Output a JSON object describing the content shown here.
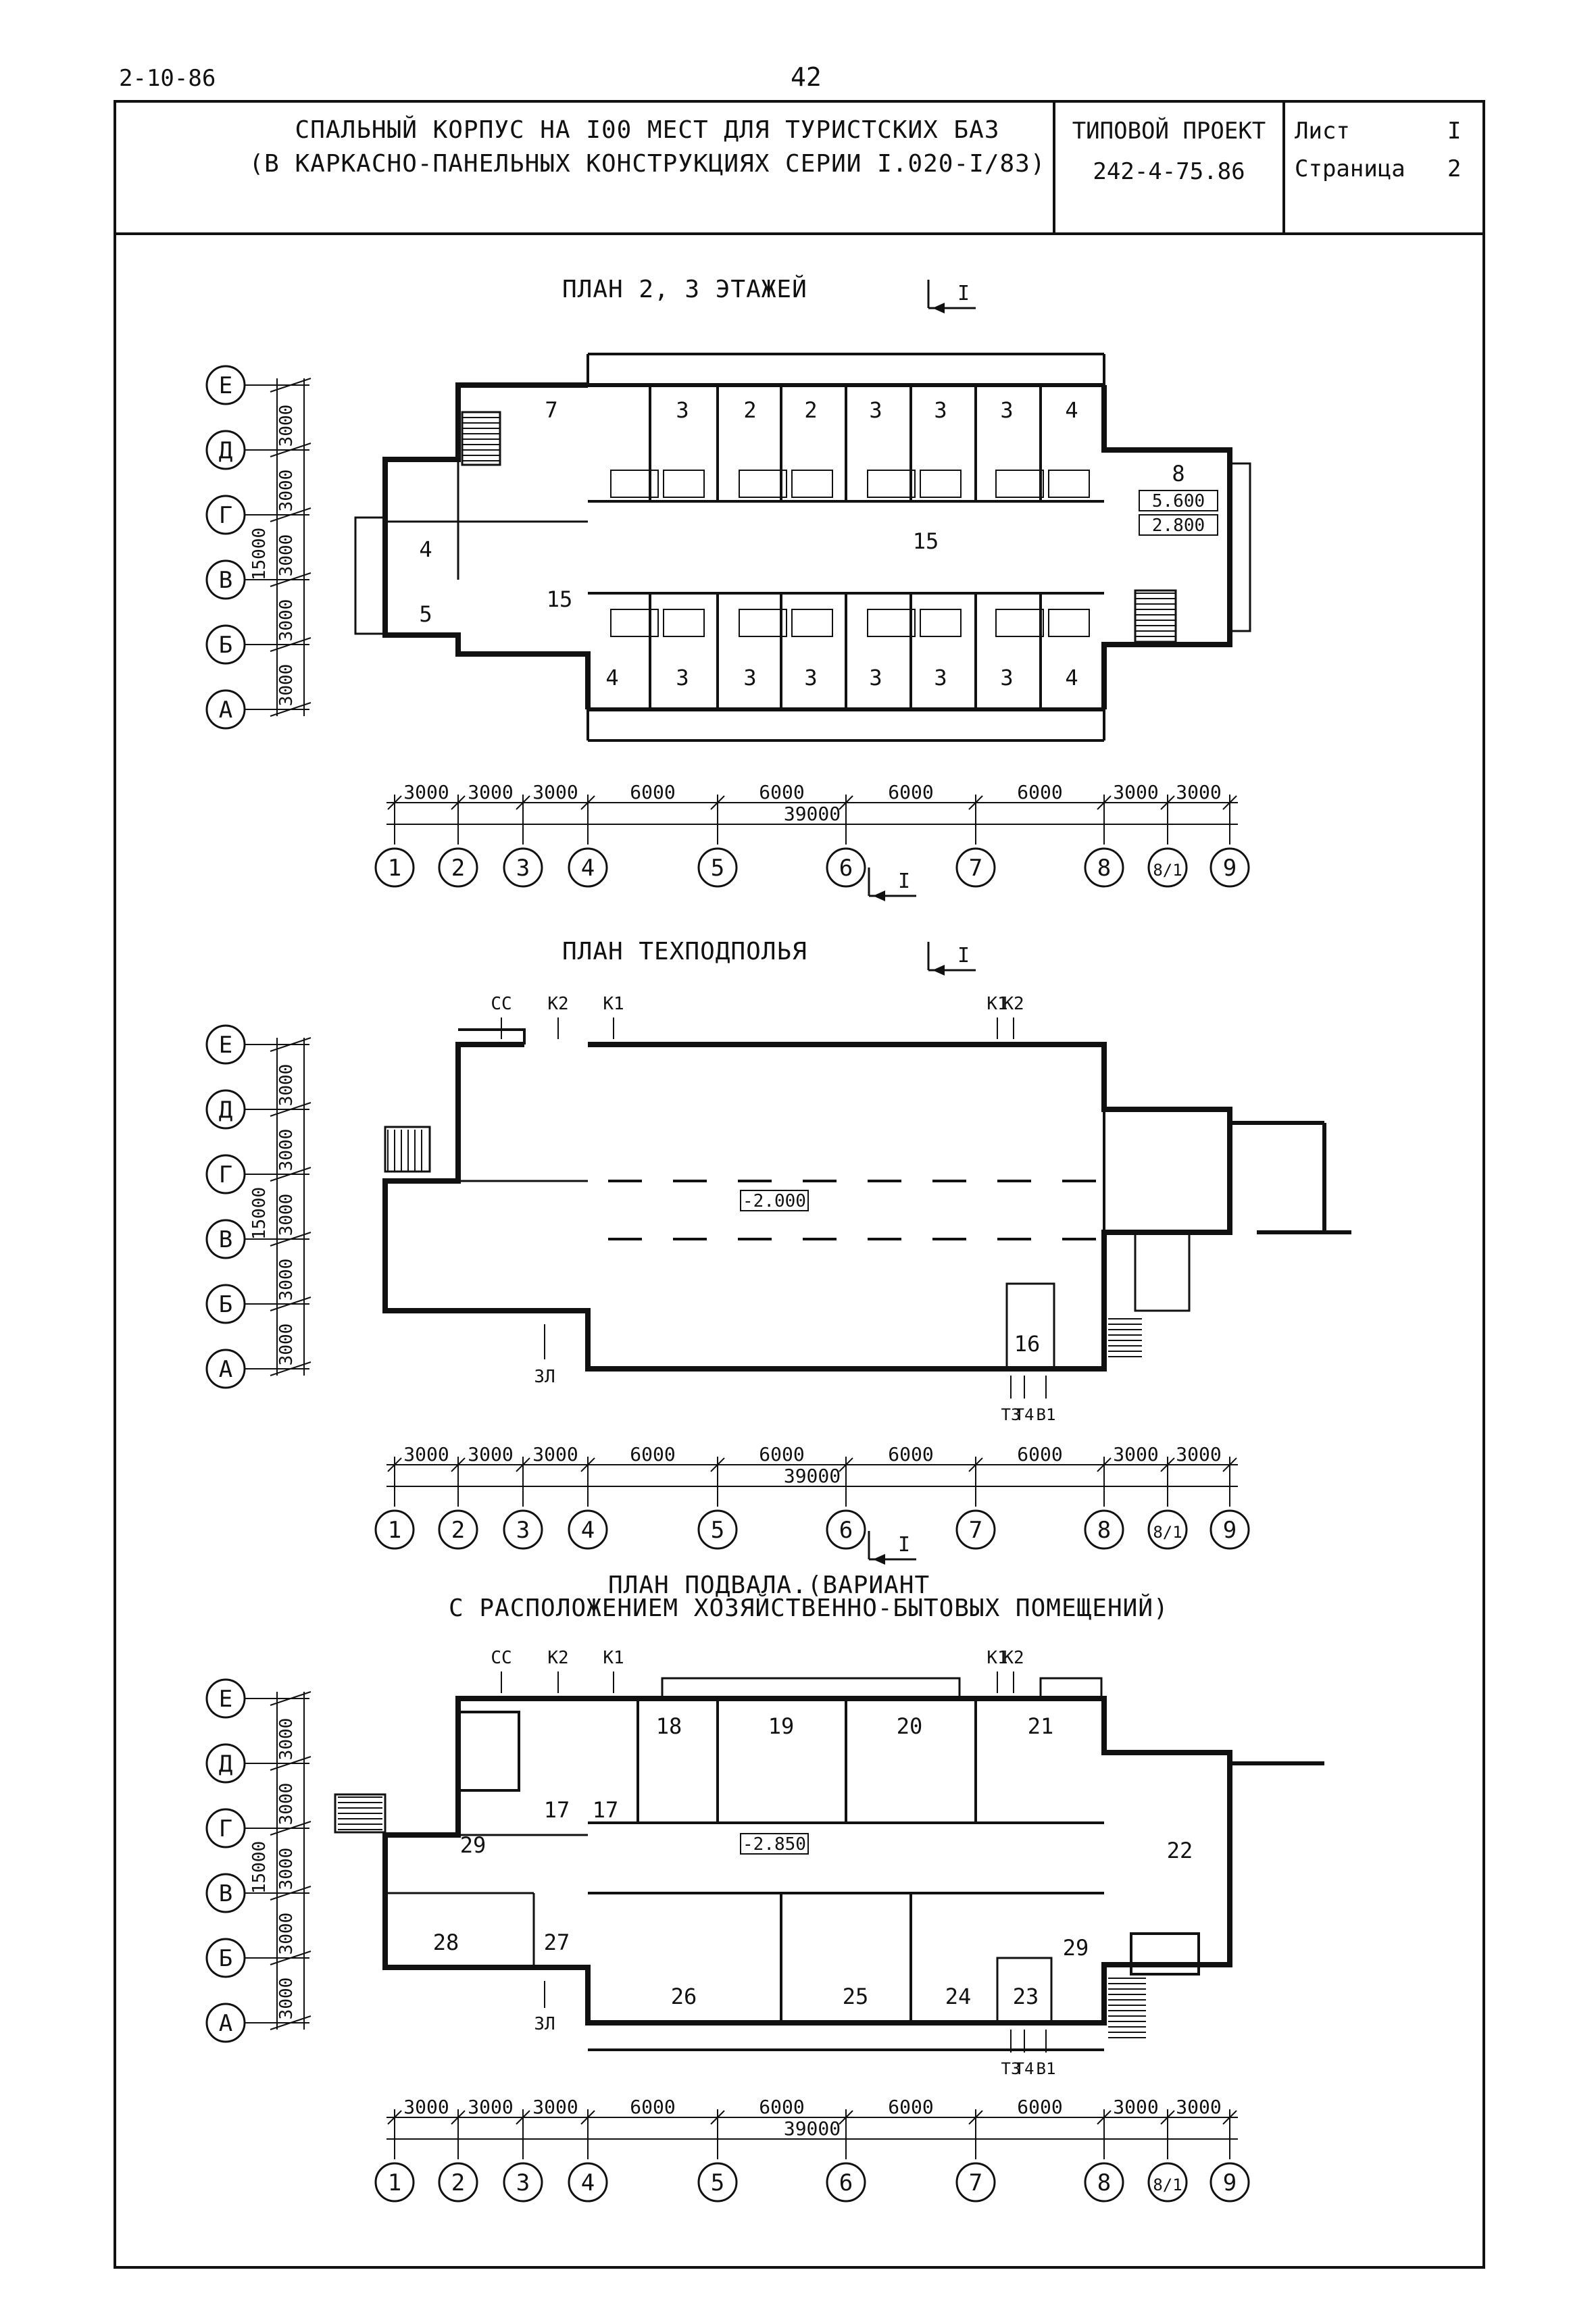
{
  "doc_code": "2-10-86",
  "page_number": "42",
  "title_line1": "СПАЛЬНЫЙ КОРПУС НА I00 МЕСТ ДЛЯ ТУРИСТСКИХ БАЗ",
  "title_line2": "(В КАРКАСНО-ПАНЕЛЬНЫХ КОНСТРУКЦИЯХ СЕРИИ I.020-I/83)",
  "project_label": "ТИПОВОЙ ПРОЕКТ",
  "project_code": "242-4-75.86",
  "sheet_label": "Лист",
  "sheet_value": "I",
  "page_label": "Страница",
  "page_value": "2",
  "section_mark": "I",
  "plans": [
    {
      "title": "ПЛАН 2, 3 ЭТАЖЕЙ",
      "title2": "",
      "room_numbers": [
        "7",
        "3",
        "2",
        "2",
        "3",
        "3",
        "3",
        "4",
        "4",
        "5",
        "15",
        "15",
        "8",
        "4",
        "3",
        "3",
        "3",
        "3",
        "3",
        "3",
        "4"
      ],
      "level_marks": [
        "5.600",
        "2.800"
      ],
      "engineering_inputs": []
    },
    {
      "title": "ПЛАН ТЕХПОДПОЛЬЯ",
      "title2": "",
      "room_numbers": [
        "16"
      ],
      "level_marks": [
        "-2.000"
      ],
      "engineering_inputs": [
        "СС",
        "К2",
        "К1",
        "К1",
        "К2",
        "ЗЛ",
        "Т3",
        "Т4",
        "В1"
      ]
    },
    {
      "title": "ПЛАН ПОДВАЛА.(ВАРИАНТ",
      "title2": "С РАСПОЛОЖЕНИЕМ ХОЗЯЙСТВЕННО-БЫТОВЫХ ПОМЕЩЕНИЙ)",
      "room_numbers": [
        "18",
        "19",
        "20",
        "21",
        "17",
        "17",
        "29",
        "22",
        "28",
        "27",
        "29",
        "26",
        "25",
        "24",
        "23"
      ],
      "level_marks": [
        "-2.850"
      ],
      "engineering_inputs": [
        "СС",
        "К2",
        "К1",
        "К1",
        "К2",
        "ЗЛ",
        "Т3",
        "Т4",
        "В1"
      ]
    }
  ],
  "row_axes": [
    "Е",
    "Д",
    "Г",
    "В",
    "Б",
    "А"
  ],
  "row_spacings": [
    "3000",
    "3000",
    "3000",
    "3000",
    "3000"
  ],
  "row_total": "15000",
  "col_axes": [
    "1",
    "2",
    "3",
    "4",
    "5",
    "6",
    "7",
    "8",
    "8/1",
    "9"
  ],
  "col_spacings": [
    "3000",
    "3000",
    "3000",
    "6000",
    "6000",
    "6000",
    "6000",
    "3000",
    "3000"
  ],
  "col_total": "39000"
}
